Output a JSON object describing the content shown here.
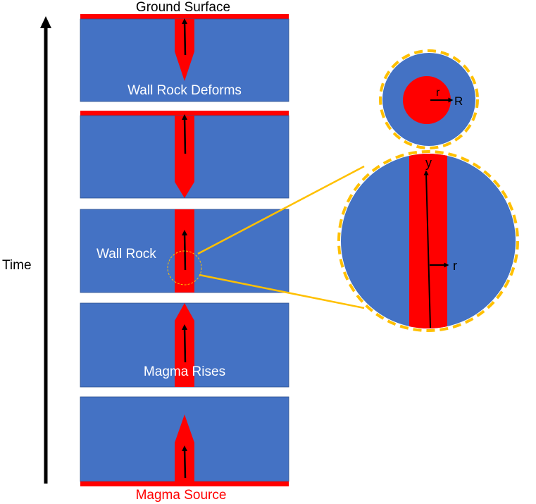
{
  "labels": {
    "ground_surface": "Ground Surface",
    "magma_source": "Magma Source",
    "time": "Time",
    "wall_rock_deforms": "Wall Rock Deforms",
    "wall_rock": "Wall Rock",
    "magma_rises": "Magma Rises",
    "inset_large_axial": "y",
    "inset_large_radial": "r",
    "inset_small_inner": "r",
    "inset_small_outer": "R"
  },
  "colors": {
    "wall_rock": "#4472C4",
    "magma": "#FF0000",
    "highlight": "#FFC000",
    "arrow": "#000000",
    "label_light": "#FFFFFF",
    "label_dark": "#000000",
    "label_source": "#FF0000"
  },
  "icons": {
    "time_arrow": "up-arrow",
    "magma_flow": "up-arrow"
  }
}
